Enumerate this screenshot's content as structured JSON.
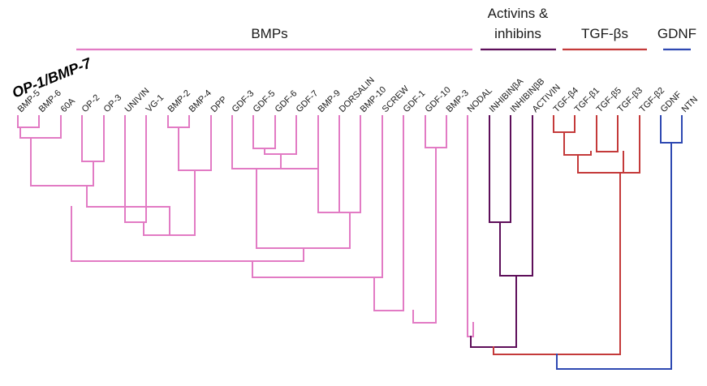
{
  "colors": {
    "bmp": "#e27bc4",
    "activin": "#5e0f5a",
    "tgfb": "#c43a3a",
    "gdnf": "#2e49b2"
  },
  "labels": {
    "featured": "OP-1/BMP-7",
    "groups": {
      "bmps": "BMPs",
      "activins_line1": "Activins &",
      "activins_line2": "inhibins",
      "tgfbs": "TGF-βs",
      "gdnf": "GDNF"
    }
  },
  "tree": {
    "leaves": [
      "BMP-5",
      "BMP-6",
      "60A",
      "OP-2",
      "OP-3",
      "UNIVIN",
      "VG-1",
      "BMP-2",
      "BMP-4",
      "DPP",
      "GDF-3",
      "GDF-5",
      "GDF-6",
      "GDF-7",
      "BMP-9",
      "DORSALIN",
      "BMP-10",
      "SCREW",
      "GDF-1",
      "GDF-10",
      "BMP-3",
      "NODAL",
      "INHIBINβA",
      "INHIBINβB",
      "ACTIVIN",
      "TGF-β4",
      "TGF-β1",
      "TGF-β5",
      "TGF-β3",
      "TGF-β2",
      "GDNF",
      "NTN"
    ]
  }
}
